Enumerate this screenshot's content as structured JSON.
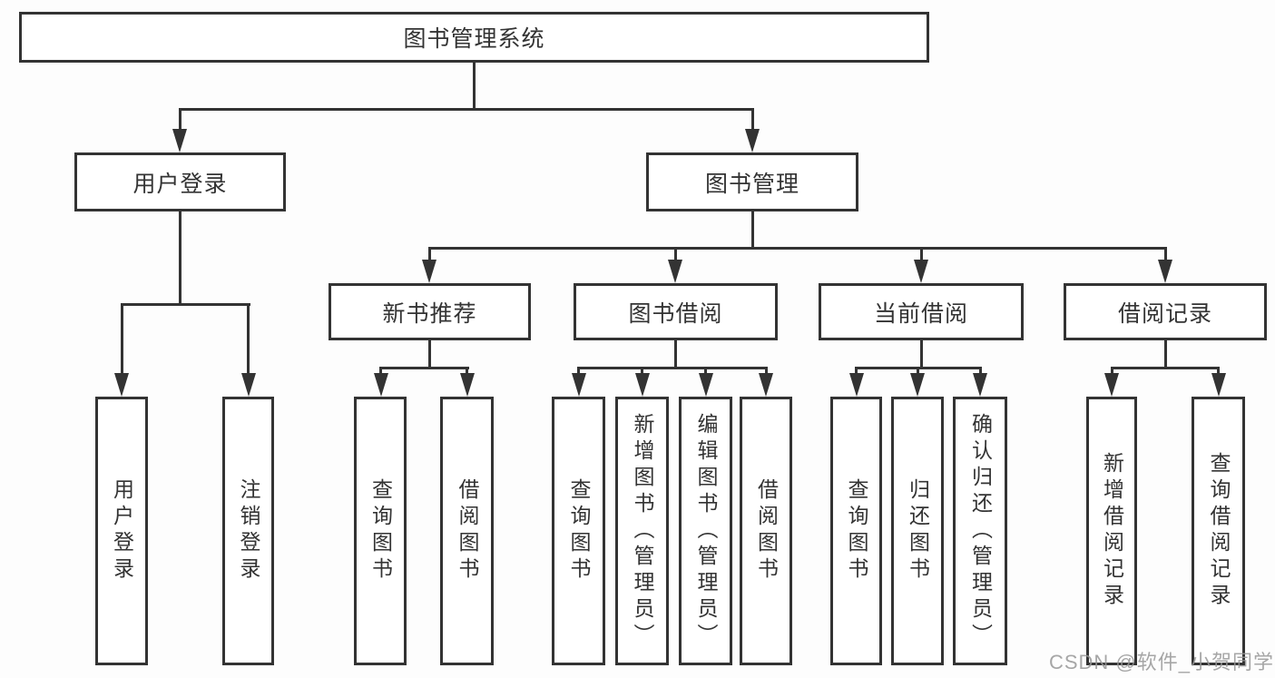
{
  "tree": {
    "root": "图书管理系统",
    "user_login_branch": {
      "label": "用户登录",
      "children": [
        "用户登录",
        "注销登录"
      ]
    },
    "book_mgmt_branch": {
      "label": "图书管理",
      "groups": [
        {
          "label": "新书推荐",
          "children": [
            "查询图书",
            "借阅图书"
          ]
        },
        {
          "label": "图书借阅",
          "children": [
            "查询图书",
            "新增图书（管理员）",
            "编辑图书（管理员）",
            "借阅图书"
          ]
        },
        {
          "label": "当前借阅",
          "children": [
            "查询图书",
            "归还图书",
            "确认归还（管理员）"
          ]
        },
        {
          "label": "借阅记录",
          "children": [
            "新增借阅记录",
            "查询借阅记录"
          ]
        }
      ]
    }
  },
  "watermark": "CSDN @软件_小贺同学",
  "colors": {
    "line": "#333333",
    "text": "#333333",
    "box_fill": "#ffffff",
    "watermark": "#969696",
    "background": "#fdfdfd"
  }
}
